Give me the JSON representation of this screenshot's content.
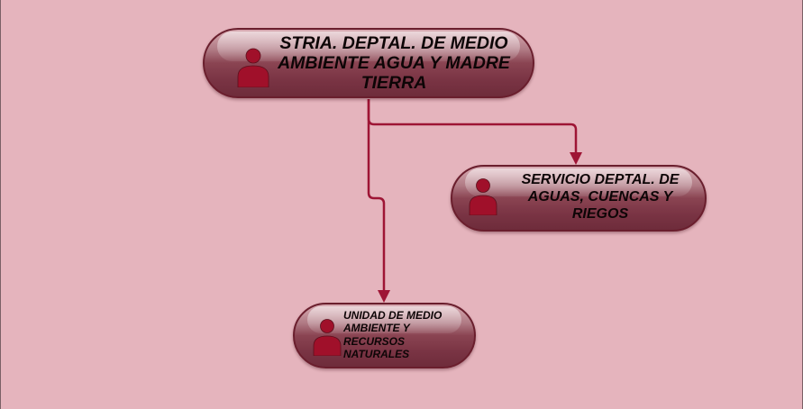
{
  "colors": {
    "background": "#e5b4bd",
    "connector": "#9e1535",
    "node_border": "#6a1e2d",
    "avatar": "#a0102a",
    "text": "#0d0506"
  },
  "icons": {
    "node_avatar": "person-icon"
  },
  "nodes": {
    "root": {
      "label": "STRIA. DEPTAL. DE MEDIO AMBIENTE AGUA Y MADRE TIERRA"
    },
    "service": {
      "label": "SERVICIO DEPTAL. DE AGUAS, CUENCAS Y RIEGOS"
    },
    "unit": {
      "label": "UNIDAD DE MEDIO AMBIENTE Y RECURSOS NATURALES"
    }
  }
}
